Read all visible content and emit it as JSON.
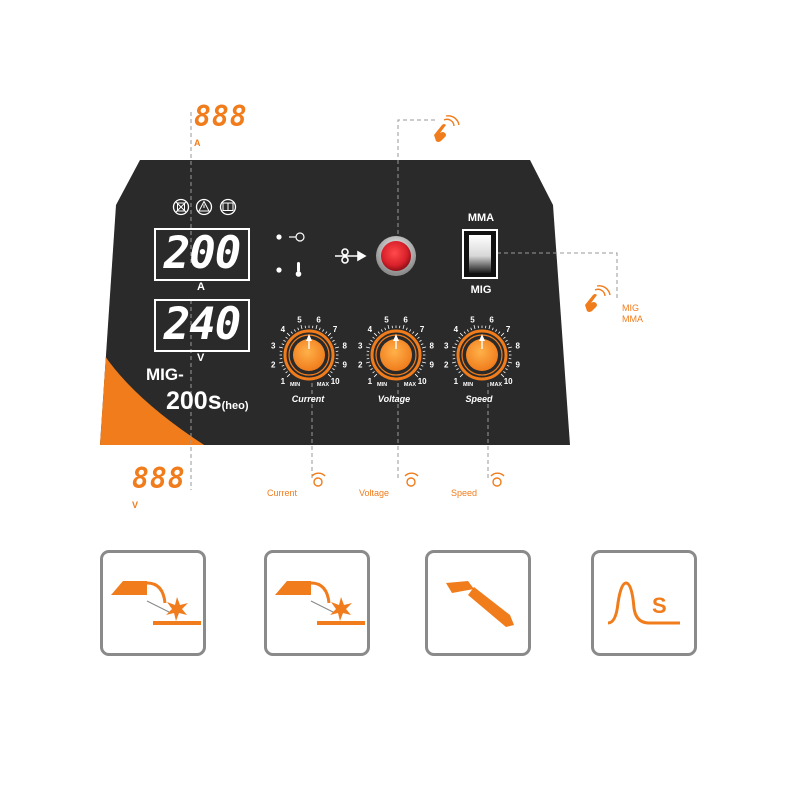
{
  "callouts": {
    "top_display": {
      "digits": "888",
      "unit": "A"
    },
    "bottom_display": {
      "digits": "888",
      "unit": "V"
    },
    "switch_modes": [
      "MIG",
      "MMA"
    ],
    "knob_labels": {
      "current": "Current",
      "voltage": "Voltage",
      "speed": "Speed"
    }
  },
  "panel": {
    "current_display": {
      "value": "200",
      "unit": "A"
    },
    "voltage_display": {
      "value": "240",
      "unit": "V"
    },
    "switch": {
      "top_label": "MMA",
      "bottom_label": "MIG"
    },
    "model": {
      "line1": "MIG-",
      "line2": "200s",
      "suffix": "(heo)"
    },
    "knobs": [
      {
        "name": "current",
        "label": "Current"
      },
      {
        "name": "voltage",
        "label": "Voltage"
      },
      {
        "name": "speed",
        "label": "Speed"
      }
    ],
    "scale": {
      "ticks": [
        "1",
        "2",
        "3",
        "4",
        "5",
        "6",
        "7",
        "8",
        "9",
        "10"
      ],
      "min": "MIN",
      "max": "MAX"
    }
  },
  "colors": {
    "accent": "#f07c1c",
    "panel": "#2a2a2a",
    "button_red": "#d8202a",
    "border_gray": "#8a8a8a"
  },
  "icons": [
    "mig-torch-icon",
    "mig-torch-spatter-icon",
    "electrode-holder-icon",
    "arc-waveform-icon"
  ],
  "wave_icon_text": "S"
}
